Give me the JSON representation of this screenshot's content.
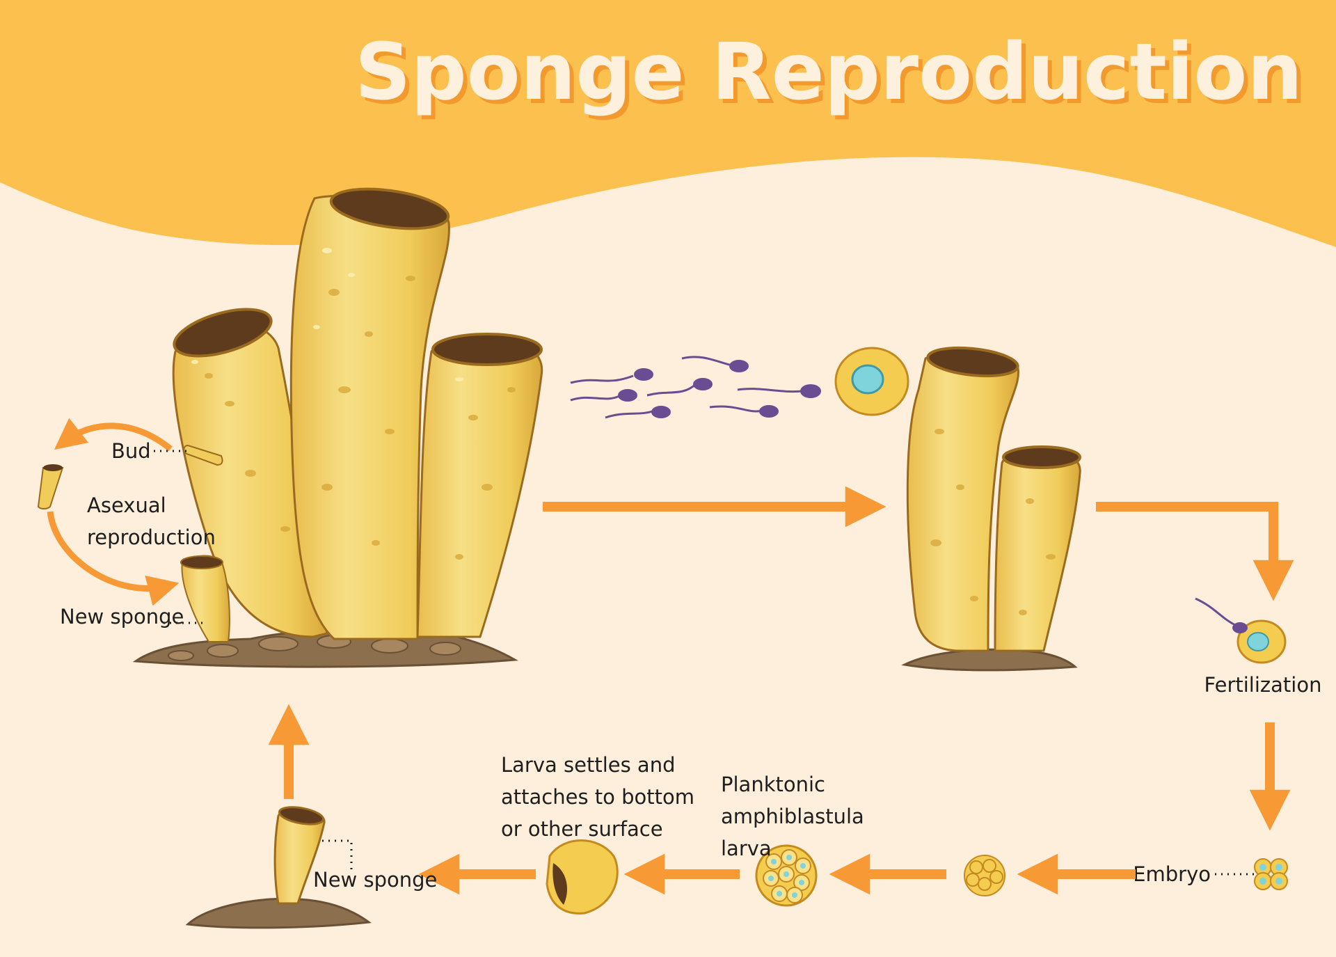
{
  "title": "Sponge Reproduction",
  "labels": {
    "bud": "Bud",
    "asexual_line1": "Asexual",
    "asexual_line2": "reproduction",
    "new_sponge_top": "New sponge",
    "fertilization": "Fertilization",
    "embryo": "Embryo",
    "planktonic_line1": "Planktonic",
    "planktonic_line2": "amphiblastula",
    "planktonic_line3": "larva",
    "settles_line1": "Larva settles and",
    "settles_line2": "attaches to bottom",
    "settles_line3": "or other surface",
    "new_sponge_bottom": "New sponge"
  },
  "colors": {
    "background": "#fdefdb",
    "header": "#fcc04f",
    "title_fill": "#fdf0dc",
    "title_shadow": "#f39a2f",
    "arrow": "#f79a35",
    "sponge_body": "#f0cc5a",
    "sponge_light": "#f7e08a",
    "sponge_shade": "#d8a93a",
    "sponge_outline": "#9a6b1e",
    "rock": "#8c6f4d",
    "sperm": "#6a4c93",
    "egg_nucleus": "#7fd4dc"
  }
}
